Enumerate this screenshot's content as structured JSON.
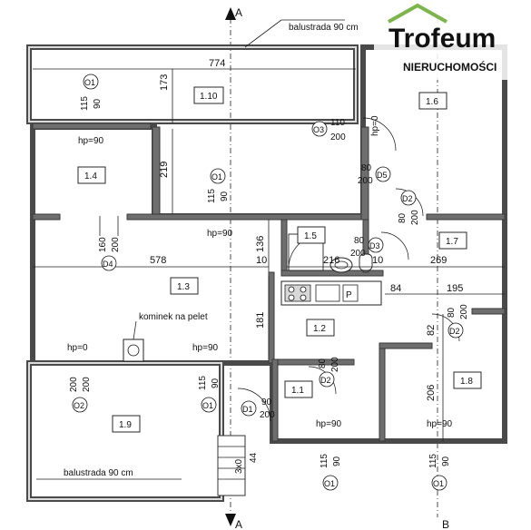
{
  "logo": {
    "brand": "Trofeum",
    "subtitle": "NIERUCHOMOŚCI",
    "colors": {
      "brand": "#7ab648",
      "subtitle": "#555555"
    }
  },
  "section_markers": {
    "a": "A",
    "b": "B"
  },
  "labels": {
    "balustrada_top": "balustrada 90 cm",
    "balustrada_bottom": "balustrada 90 cm",
    "kominek": "kominek na pelet"
  },
  "rooms": {
    "r1_1": "1.1",
    "r1_2": "1.2",
    "r1_3": "1.3",
    "r1_4": "1.4",
    "r1_5": "1.5",
    "r1_6": "1.6",
    "r1_7": "1.7",
    "r1_8": "1.8",
    "r1_9": "1.9",
    "r1_10": "1.10"
  },
  "dimensions": {
    "d774": "774",
    "d173": "173",
    "d219": "219",
    "d578": "578",
    "d136": "136",
    "d181": "181",
    "d216": "216",
    "d10a": "10",
    "d10b": "10",
    "d269": "269",
    "d84": "84",
    "d195": "195",
    "d82": "82",
    "d206": "206",
    "d3x0": "3x0",
    "d44": "44"
  },
  "heights": {
    "hp90_14": "hp=90",
    "hp90_110": "hp=90",
    "hp0_13": "hp=0",
    "hp90_13": "hp=90",
    "hp90_11": "hp=90",
    "hp90_18": "hp=90",
    "hp0_16": "hp=0"
  },
  "openings": {
    "o1_top": {
      "code": "O1",
      "w": "115",
      "h": "90"
    },
    "o1_mid": {
      "code": "O1",
      "w": "115",
      "h": "90"
    },
    "o1_low": {
      "code": "O1",
      "w": "115",
      "h": "90"
    },
    "o1_bot1": {
      "code": "O1",
      "w": "115",
      "h": "90"
    },
    "o1_bot2": {
      "code": "O1",
      "w": "115",
      "h": "90"
    },
    "o2_left": {
      "code": "O2",
      "w": "200",
      "h": "200"
    },
    "o3": {
      "code": "O3",
      "w": "110",
      "h": "200"
    },
    "d1": {
      "code": "D1",
      "w": "90",
      "h": "200"
    },
    "d2_a": {
      "code": "D2",
      "w": "80",
      "h": "200"
    },
    "d2_b": {
      "code": "D2",
      "w": "80",
      "h": "200"
    },
    "d2_c": {
      "code": "D2",
      "w": "80",
      "h": "200"
    },
    "d3": {
      "code": "D3",
      "w": "80",
      "h": "200"
    },
    "d4": {
      "code": "D4",
      "w": "160",
      "h": "200"
    },
    "d5": {
      "code": "D5",
      "w": "80",
      "h": "200"
    }
  }
}
